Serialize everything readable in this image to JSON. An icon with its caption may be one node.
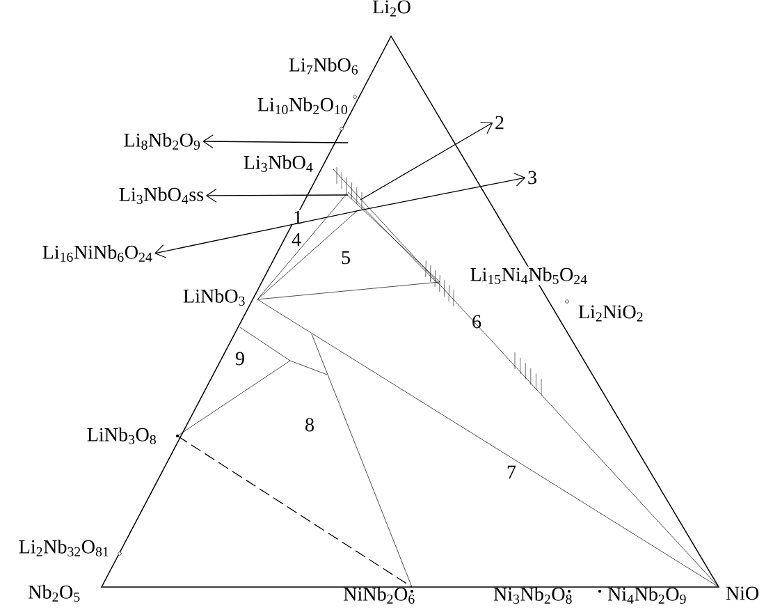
{
  "diagram": {
    "nodes": [
      {
        "text": [
          "Li$_{8}$Nb$_{2}$O$_{9}$"
        ]
      },
      {
        "text": [
          "Li$_{3}$NbO$_{4}$ss"
        ]
      },
      {
        "text": [
          "Li$_{16}$NiNb$_{6}$O$_{24}$"
        ]
      },
      {
        "text": [
          "2"
        ]
      },
      {
        "text": [
          "3"
        ]
      }
    ],
    "edges": [
      {
        "from": null,
        "to": 0,
        "arrow": "to"
      },
      {
        "from": null,
        "to": 1,
        "arrow": "to"
      },
      {
        "from": null,
        "to": 2,
        "arrow": "to"
      },
      {
        "from": null,
        "to": 3,
        "arrow": "to"
      },
      {
        "from": null,
        "to": 4,
        "arrow": "to"
      }
    ],
    "labels": [
      "Li$_{2}$O",
      "Li$_{7}$NbO$_{6}$",
      "Li$_{10}$Nb$_{2}$O$_{10}$",
      "Li$_{3}$NbO$_{4}$",
      "1",
      "4",
      "5",
      "Li$_{15}$Ni$_{4}$Nb$_{5}$O$_{24}$",
      "LiNbO$_{3}$",
      "Li$_{2}$NiO$_{2}$",
      "6",
      "9",
      "LiNb$_{3}$O$_{8}$",
      "8",
      "7",
      "Li$_{2}$Nb$_{32}$O$_{81}$",
      "Nb$_{2}$O$_{5}$",
      "NiNb$_{2}$O$_{6}$",
      "Ni$_{3}$Nb$_{2}$O$_{8}$",
      "Ni$_{4}$Nb$_{2}$O$_{9}$",
      "NiO"
    ]
  }
}
